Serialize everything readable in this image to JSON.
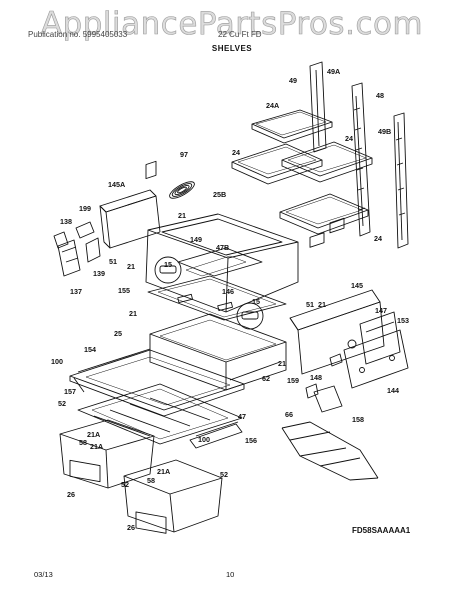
{
  "watermark": "AppliancePartsPros.com",
  "header": {
    "left_text": "Publication no. 5995405033",
    "right_text": "22 Cu Ft FD",
    "section_title": "SHELVES"
  },
  "labels": [
    "49",
    "49A",
    "48",
    "24A",
    "24",
    "49B",
    "24",
    "24",
    "97",
    "145A",
    "25B",
    "199",
    "138",
    "21",
    "139",
    "51",
    "21",
    "137",
    "149",
    "47B",
    "15",
    "155",
    "146",
    "15",
    "21",
    "25",
    "145",
    "51",
    "21",
    "147",
    "153",
    "154",
    "100",
    "157",
    "52",
    "62",
    "21",
    "159",
    "148",
    "144",
    "47",
    "21A",
    "58",
    "21A",
    "100",
    "156",
    "66",
    "158",
    "26",
    "52",
    "21A",
    "58",
    "52",
    "26"
  ],
  "diagram_code": "FD58SAAAAA1",
  "footer": {
    "date": "03/13",
    "page": "10"
  }
}
